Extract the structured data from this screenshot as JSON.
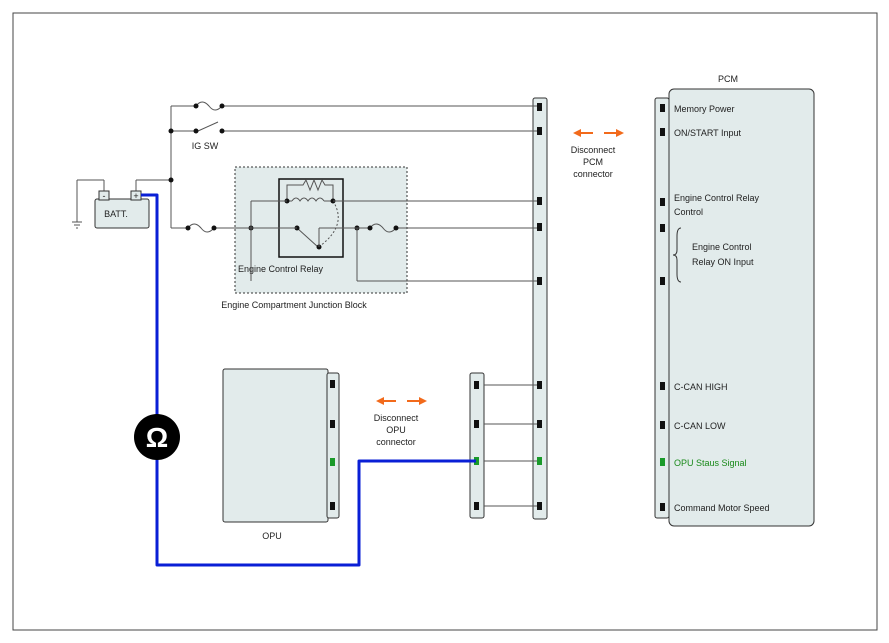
{
  "labels": {
    "pcm": "PCM",
    "memory_power": "Memory Power",
    "on_start_input": "ON/START Input",
    "ecr_control_1": "Engine Control Relay",
    "ecr_control_2": "Control",
    "ecr_on_input_1": "Engine Control",
    "ecr_on_input_2": "Relay ON Input",
    "c_can_high": "C-CAN HIGH",
    "c_can_low": "C-CAN LOW",
    "opu_signal": "OPU Staus Signal",
    "command_motor_speed": "Command Motor Speed",
    "disconnect_pcm_1": "Disconnect",
    "disconnect_pcm_2": "PCM",
    "disconnect_pcm_3": "connector",
    "disconnect_opu_1": "Disconnect",
    "disconnect_opu_2": "OPU",
    "disconnect_opu_3": "connector",
    "ig_sw": "IG SW",
    "batt": "BATT.",
    "batt_minus": "-",
    "batt_plus": "+",
    "engine_control_relay": "Engine Control Relay",
    "junction_block": "Engine Compartment Junction Block",
    "opu": "OPU",
    "ohm_symbol": "Ω"
  },
  "colors": {
    "meter_wire": "#0a1fd6",
    "arrow": "#f26a1b",
    "signal_text": "#1a8a1a",
    "signal_pin": "#1a9a2a",
    "panel_fill": "#e2ebeb"
  }
}
